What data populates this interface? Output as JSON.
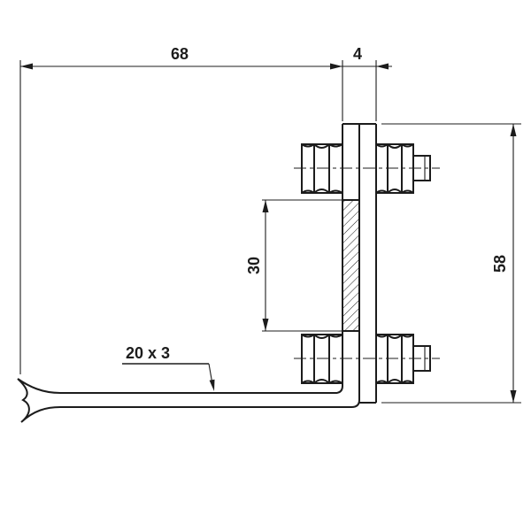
{
  "drawing": {
    "dimensions": {
      "overall_width": "68",
      "plate_thickness": "4",
      "plate_height": "58",
      "clamp_length": "30"
    },
    "labels": {
      "flat_bar": "20 x 3"
    },
    "colors": {
      "line": "#1c1c1c",
      "background": "#ffffff"
    }
  }
}
